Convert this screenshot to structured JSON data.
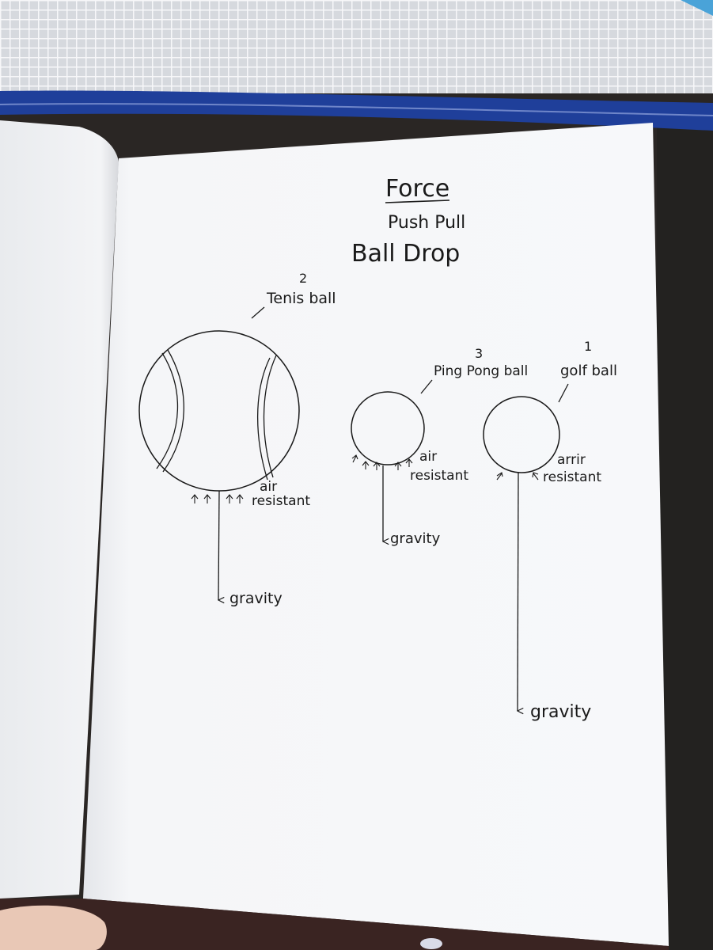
{
  "notebook": {
    "title": "Force",
    "subtitle": "Push Pull",
    "experiment": "Ball Drop"
  },
  "balls": {
    "tennis": {
      "rank": "2",
      "name": "Tenis ball",
      "air_label_1": "air",
      "air_label_2": "resistant",
      "gravity_label": "gravity"
    },
    "ping_pong": {
      "rank": "3",
      "name": "Ping Pong ball",
      "air_label_1": "air",
      "air_label_2": "resistant",
      "gravity_label": "gravity"
    },
    "golf": {
      "rank": "1",
      "name": "golf ball",
      "air_label_1": "arrir",
      "air_label_2": "resistant",
      "gravity_label": "gravity"
    }
  },
  "colors": {
    "paper": "#f6f7f9",
    "ink": "#1a1a1a",
    "zipper_blue": "#1f3f9a",
    "background": "#2a2624"
  }
}
